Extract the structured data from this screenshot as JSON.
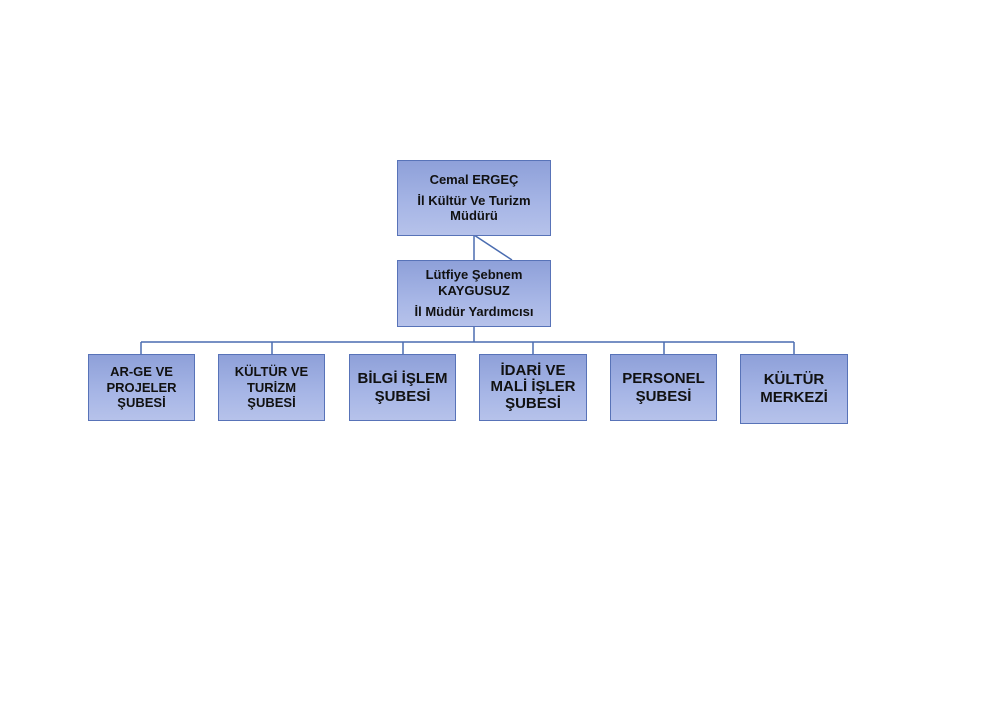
{
  "director": {
    "name": "Cemal ERGEÇ",
    "title_line1": "İl Kültür Ve Turizm",
    "title_line2": "Müdürü"
  },
  "deputy": {
    "name_line1": "Lütfiye Şebnem",
    "name_line2": "KAYGUSUZ",
    "title": "İl Müdür Yardımcısı"
  },
  "branches": [
    {
      "lines": [
        "AR-GE VE",
        "PROJELER",
        "ŞUBESİ"
      ]
    },
    {
      "lines": [
        "KÜLTÜR VE",
        "TURİZM",
        "ŞUBESİ"
      ]
    },
    {
      "lines": [
        "BİLGİ İŞLEM",
        "ŞUBESİ"
      ]
    },
    {
      "lines": [
        "İDARİ VE",
        "MALİ İŞLER",
        "ŞUBESİ"
      ]
    },
    {
      "lines": [
        "PERSONEL",
        "ŞUBESİ"
      ]
    },
    {
      "lines": [
        "KÜLTÜR",
        "MERKEZİ"
      ]
    }
  ],
  "colors": {
    "box_fill": "#a7b6e6",
    "box_border": "#5873b8",
    "connector": "#4a6cb0"
  }
}
